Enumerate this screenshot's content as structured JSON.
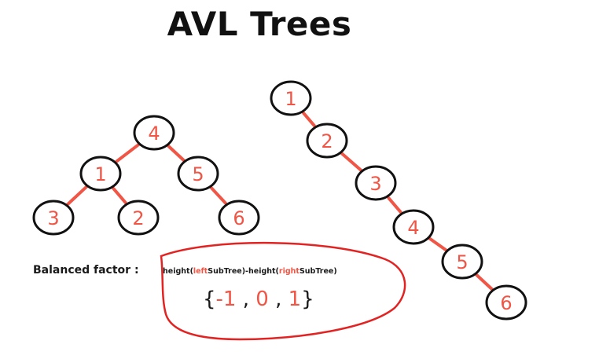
{
  "title": "AVL Trees",
  "colors": {
    "edge": "#f05545",
    "node_label": "#f05545",
    "node_stroke": "#111111",
    "highlight_stroke": "#e32222"
  },
  "balanced_tree": {
    "nodes": [
      {
        "id": "n4",
        "label": "4"
      },
      {
        "id": "n1",
        "label": "1"
      },
      {
        "id": "n5",
        "label": "5"
      },
      {
        "id": "n3",
        "label": "3"
      },
      {
        "id": "n2",
        "label": "2"
      },
      {
        "id": "n6",
        "label": "6"
      }
    ],
    "edges": [
      [
        "n4",
        "n1"
      ],
      [
        "n4",
        "n5"
      ],
      [
        "n1",
        "n3"
      ],
      [
        "n1",
        "n2"
      ],
      [
        "n5",
        "n6"
      ]
    ]
  },
  "skewed_tree": {
    "nodes": [
      {
        "id": "s1",
        "label": "1"
      },
      {
        "id": "s2",
        "label": "2"
      },
      {
        "id": "s3",
        "label": "3"
      },
      {
        "id": "s4",
        "label": "4"
      },
      {
        "id": "s5",
        "label": "5"
      },
      {
        "id": "s6",
        "label": "6"
      }
    ],
    "edges": [
      [
        "s1",
        "s2"
      ],
      [
        "s2",
        "s3"
      ],
      [
        "s3",
        "s4"
      ],
      [
        "s4",
        "s5"
      ],
      [
        "s5",
        "s6"
      ]
    ]
  },
  "balanced_factor": {
    "label": "Balanced factor :",
    "formula": {
      "p1": "height(",
      "left": "left",
      "p2": "SubTree)-height(",
      "right": "right",
      "p3": "SubTree)"
    },
    "set": {
      "open": "{",
      "v1": "-1",
      "sep1": " , ",
      "v2": "0",
      "sep2": " , ",
      "v3": "1",
      "close": "}"
    }
  }
}
